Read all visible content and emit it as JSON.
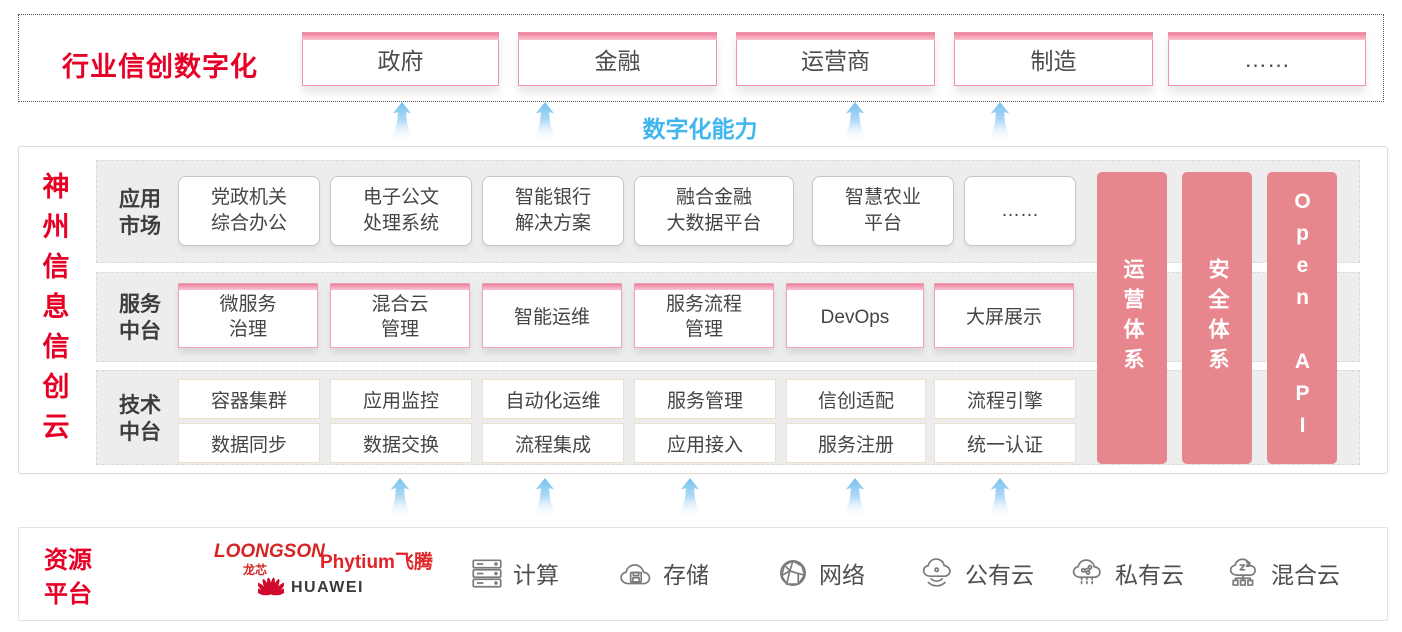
{
  "top_band": {
    "title": "行业信创数字化",
    "sectors": [
      "政府",
      "金融",
      "运营商",
      "制造",
      "……"
    ]
  },
  "capability_label": "数字化能力",
  "platform": {
    "vertical_title": "神州信息信创云",
    "rows": [
      {
        "label": "应用\n市场",
        "items": [
          "党政机关\n综合办公",
          "电子公文\n处理系统",
          "智能银行\n解决方案",
          "融合金融\n大数据平台",
          "智慧农业\n平台",
          "……"
        ]
      },
      {
        "label": "服务\n中台",
        "items": [
          "微服务\n治理",
          "混合云\n管理",
          "智能运维",
          "服务流程\n管理",
          "DevOps",
          "大屏展示"
        ]
      },
      {
        "label": "技术\n中台",
        "items_row1": [
          "容器集群",
          "应用监控",
          "自动化运维",
          "服务管理",
          "信创适配",
          "流程引擎"
        ],
        "items_row2": [
          "数据同步",
          "数据交换",
          "流程集成",
          "应用接入",
          "服务注册",
          "统一认证"
        ]
      }
    ],
    "pillars": [
      "运营体系",
      "安全体系",
      "Open API"
    ]
  },
  "resources": {
    "title": "资源\n平台",
    "vendors": {
      "loongson": "LOONGSON",
      "loongson_cn": "龙芯",
      "phytium": "Phytium飞腾",
      "huawei": "HUAWEI"
    },
    "items": [
      {
        "icon": "compute-icon",
        "label": "计算"
      },
      {
        "icon": "storage-icon",
        "label": "存储"
      },
      {
        "icon": "network-icon",
        "label": "网络"
      },
      {
        "icon": "public-cloud-icon",
        "label": "公有云"
      },
      {
        "icon": "private-cloud-icon",
        "label": "私有云"
      },
      {
        "icon": "hybrid-cloud-icon",
        "label": "混合云"
      }
    ]
  },
  "colors": {
    "brand_red": "#e60027",
    "pillar_pink": "#e8868e",
    "capability_blue": "#3fb6ee"
  }
}
